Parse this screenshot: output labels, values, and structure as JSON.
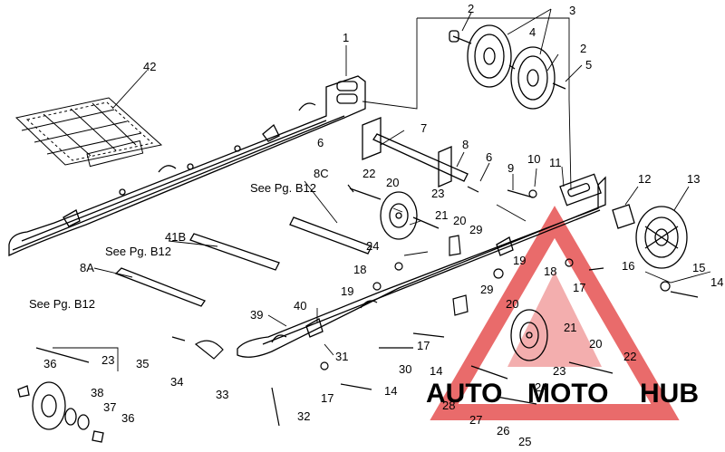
{
  "callouts": [
    "1",
    "2",
    "2",
    "3",
    "4",
    "5",
    "6",
    "7",
    "8",
    "6",
    "9",
    "10",
    "11",
    "12",
    "13",
    "14",
    "15",
    "16",
    "17",
    "18",
    "19",
    "20",
    "21",
    "22",
    "20",
    "23",
    "29",
    "24",
    "18",
    "19",
    "29",
    "20",
    "21",
    "20",
    "22",
    "23",
    "24",
    "25",
    "26",
    "27",
    "28",
    "14",
    "17",
    "14",
    "30",
    "31",
    "32",
    "33",
    "34",
    "35",
    "36",
    "37",
    "38",
    "36",
    "39",
    "40",
    "17",
    "42",
    "23"
  ],
  "references": {
    "ref_8c_num": "8C",
    "ref_8c_text": "See Pg. B12",
    "ref_41b_num": "41B",
    "ref_41b_text": "See Pg. B12",
    "ref_8a_num": "8A",
    "ref_8a_text": "See Pg. B12"
  },
  "watermark": {
    "part1": "AUTO",
    "part2": "MOTO",
    "part3": "HUB",
    "color_orange": "#f2a33a",
    "color_red": "#e23a3a",
    "color_gray": "#7d7d7d"
  }
}
